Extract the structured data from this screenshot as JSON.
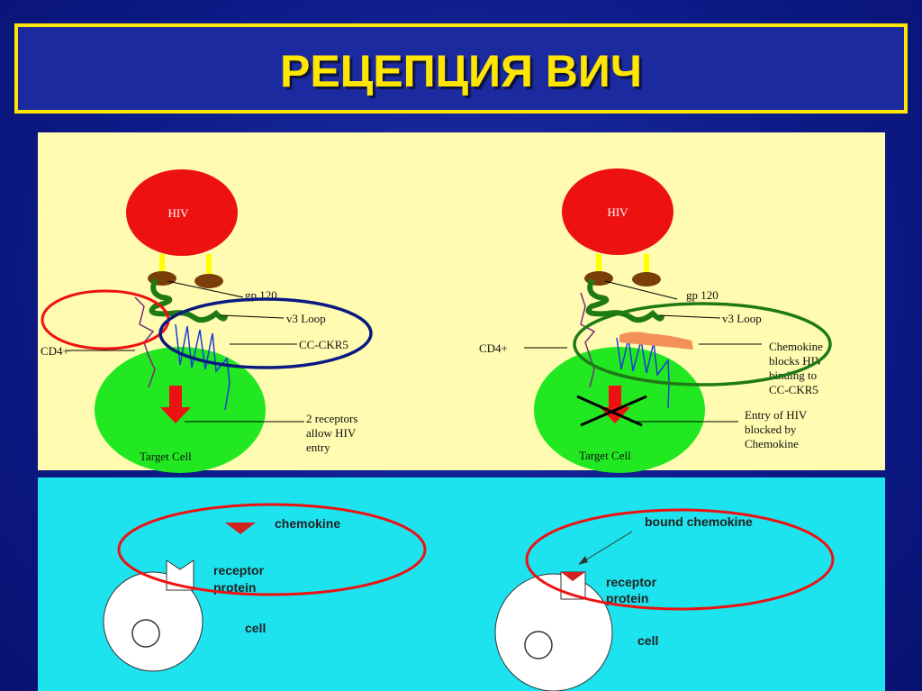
{
  "title": "РЕЦЕПЦИЯ ВИЧ",
  "left_diagram": {
    "virus": "HIV",
    "gp120": "gp 120",
    "v3_loop": "v3 Loop",
    "coreceptor": "CC-CKR5",
    "cd4": "CD4+",
    "note": [
      "2 receptors",
      "allow HIV",
      "entry"
    ],
    "cell": "Target Cell"
  },
  "right_diagram": {
    "virus": "HIV",
    "gp120": "gp 120",
    "v3_loop": "v3 Loop",
    "cd4": "CD4+",
    "chemokine_note": [
      "Chemokine",
      "blocks HIV",
      "binding to",
      "CC-CKR5"
    ],
    "entry_note": [
      "Entry of HIV",
      "blocked by",
      "Chemokine"
    ],
    "cell": "Target Cell"
  },
  "bottom_left": {
    "chemokine": "chemokine",
    "receptor": [
      "receptor",
      "protein"
    ],
    "cell": "cell"
  },
  "bottom_right": {
    "bound": "bound chemokine",
    "receptor": [
      "receptor",
      "protein"
    ],
    "cell": "cell"
  },
  "colors": {
    "title": "#ffe600",
    "panel_top": "#fffbb0",
    "panel_bottom": "#1de3ee",
    "hiv": "#ee1111",
    "cell": "#22e822"
  }
}
